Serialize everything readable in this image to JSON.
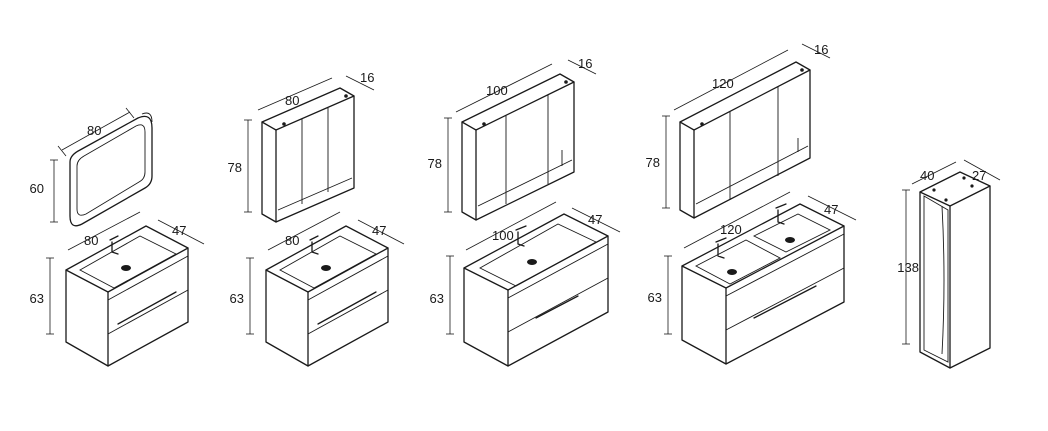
{
  "background": "#ffffff",
  "line_color": "#1a1a1a",
  "units": {
    "mirror_80": {
      "width": "80",
      "height": "60"
    },
    "sink_80a": {
      "width": "80",
      "depth": "47",
      "height": "63"
    },
    "cabinet_80": {
      "width": "80",
      "depth": "16",
      "height": "78"
    },
    "sink_80b": {
      "width": "80",
      "depth": "47",
      "height": "63"
    },
    "cabinet_100": {
      "width": "100",
      "depth": "16",
      "height": "78"
    },
    "sink_100": {
      "width": "100",
      "depth": "47",
      "height": "63"
    },
    "cabinet_120": {
      "width": "120",
      "depth": "16",
      "height": "78"
    },
    "sink_120": {
      "width": "120",
      "depth": "47",
      "height": "63"
    },
    "tall_column": {
      "width": "40",
      "depth": "27",
      "height": "138"
    }
  }
}
